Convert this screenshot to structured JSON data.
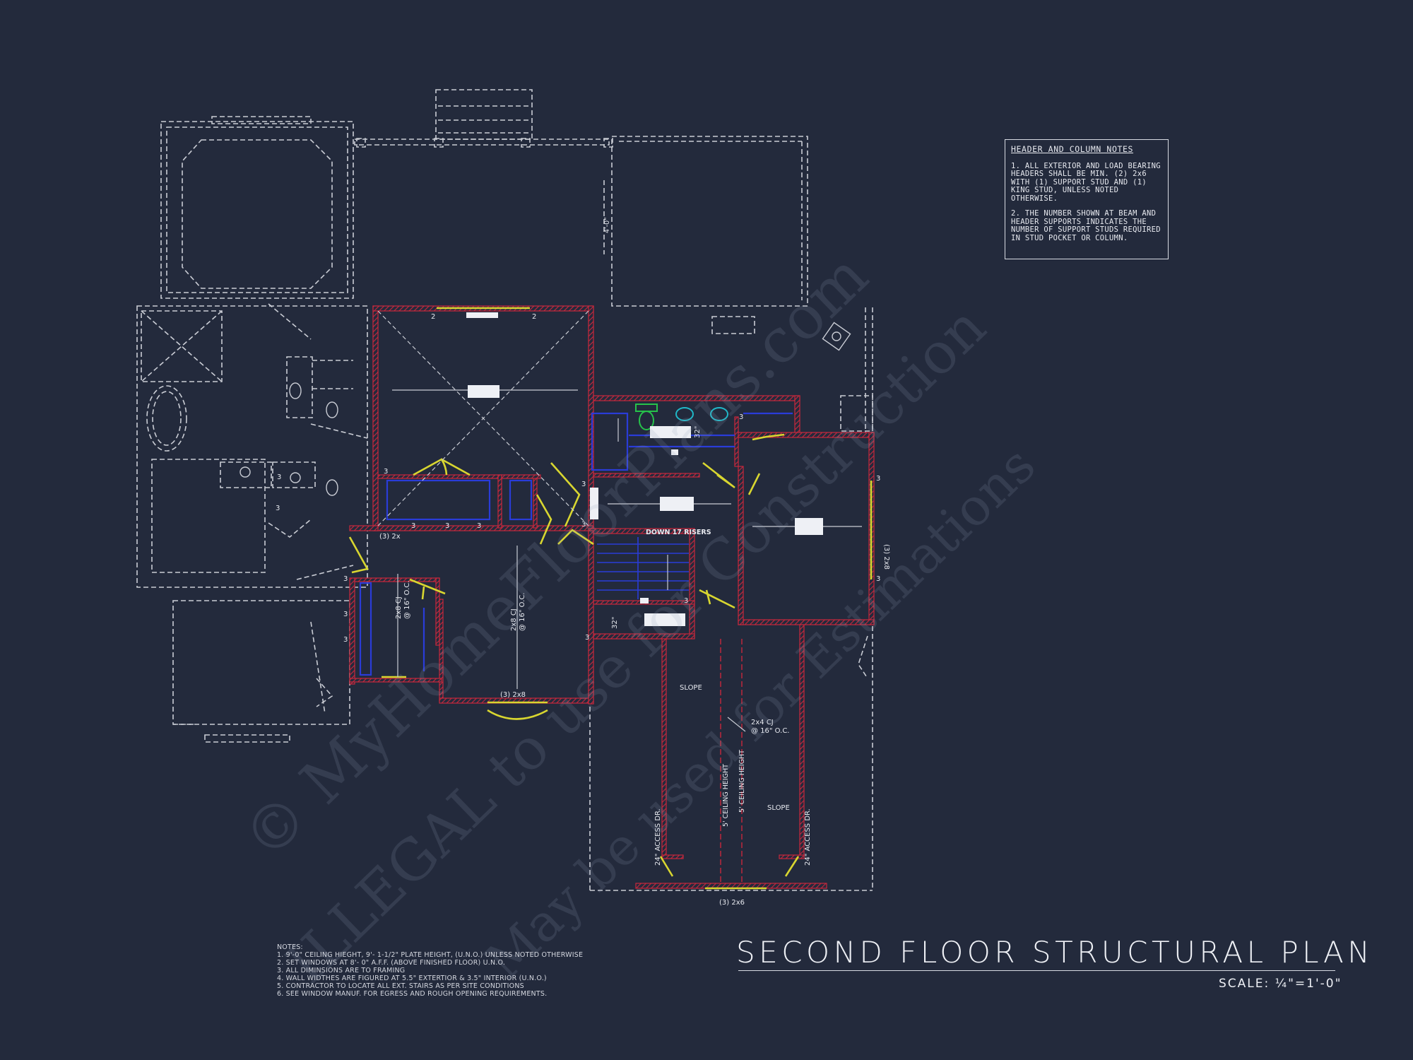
{
  "title": "SECOND FLOOR STRUCTURAL PLAN",
  "scale": "SCALE: ¼\"=1'-0\"",
  "header_notes": {
    "title": "HEADER AND COLUMN NOTES",
    "note1": "1. ALL EXTERIOR AND LOAD BEARING HEADERS SHALL BE MIN. (2) 2x6 WITH (1) SUPPORT STUD AND (1) KING STUD, UNLESS NOTED OTHERWISE.",
    "note2": "2. THE NUMBER SHOWN AT BEAM AND HEADER SUPPORTS INDICATES THE NUMBER OF SUPPORT STUDS REQUIRED IN STUD POCKET OR COLUMN."
  },
  "general_notes": {
    "heading": "NOTES:",
    "items": [
      "1.  9'-0\" CEILING HIEGHT, 9'- 1-1/2\" PLATE HEIGHT, (U.N.O.) UNLESS NOTED OTHERWISE",
      "2.  SET WINDOWS AT 8'- 0\" A.F.F. (ABOVE FINISHED FLOOR) U.N.O.",
      "3.  ALL DIMINSIONS ARE TO FRAMING",
      "4.  WALL WIDTHES ARE FIGURED AT 5.5\" EXTERTIOR & 3.5\" INTERIOR (U.N.O.)",
      "5.  CONTRACTOR TO LOCATE ALL EXT. STAIRS AS PER SITE CONDITIONS",
      "6.  SEE WINDOW MANUF. FOR EGRESS AND ROUGH OPENING REQUIREMENTS."
    ]
  },
  "watermarks": {
    "line1": "© MyHomeFloorPlans.com",
    "line2": "ILLEGAL to use for Construction",
    "line3": "May be used for Estimations"
  },
  "labels": {
    "down_risers": "DOWN 17 RISERS",
    "slope1": "SLOPE",
    "slope2": "SLOPE",
    "access_left": "24\" ACCESS DR.",
    "access_right": "24\" ACCESS DR.",
    "ceiling1": "5' CEILING HEIGHT",
    "ceiling2": "5' CEILING HEIGHT",
    "cj_2x4": "2x4 CJ",
    "cj_2x4_spacing": "@ 16\" O.C.",
    "cj_2x8_a": "2x8 CJ",
    "cj_2x8_a_spacing": "@ 16\" O.C.",
    "cj_2x8_b": "2x8 CJ",
    "cj_2x8_b_spacing": "@ 16\" O.C.",
    "header_3_2x8_right": "(3) 2x8",
    "header_3_2x8_bottom": "(3) 2x8",
    "header_3_2x_left": "(3) 2x",
    "header_3_2x6": "(3) 2x6",
    "dim_32_a": "32\"",
    "dim_32_b": "32\"",
    "dim_4_0": "4'-0\"",
    "stud_2": "2",
    "stud_3": "3"
  },
  "colors": {
    "background": "#232a3c",
    "wall": "#c8283c",
    "dashed": "#c9ccd4",
    "blue": "#2a3cd8",
    "yellow": "#d8d630",
    "green": "#26c24a",
    "cyan": "#20b8c8",
    "text": "#e8eaf0"
  }
}
